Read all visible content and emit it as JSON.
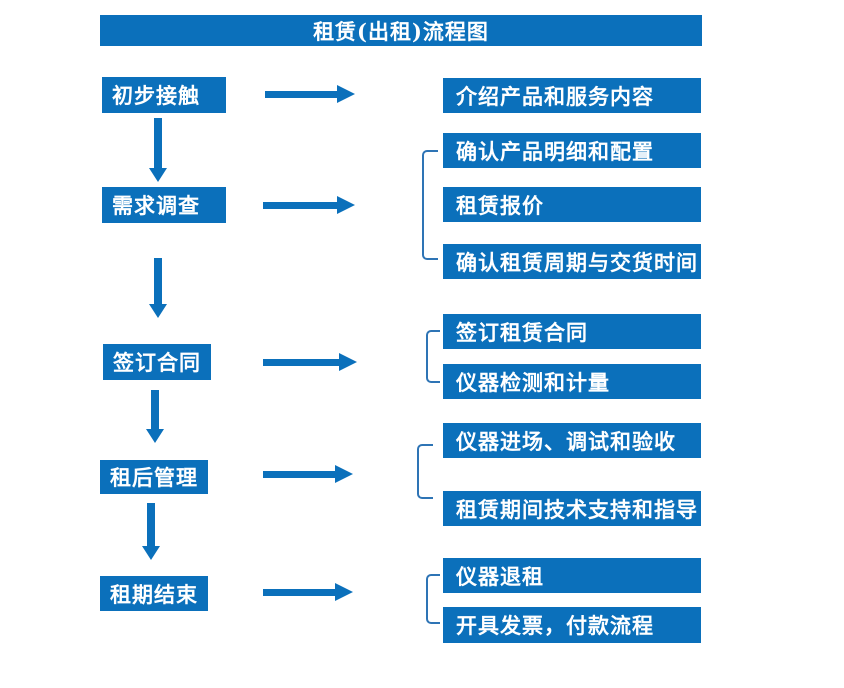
{
  "title": "租赁(出租)流程图",
  "colors": {
    "primary": "#0b70bb",
    "bracket": "#2e74b5",
    "text": "#ffffff",
    "background": "#ffffff"
  },
  "steps": [
    {
      "label": "初步接触",
      "details": [
        "介绍产品和服务内容"
      ]
    },
    {
      "label": "需求调查",
      "details": [
        "确认产品明细和配置",
        "租赁报价",
        "确认租赁周期与交货时间"
      ]
    },
    {
      "label": "签订合同",
      "details": [
        "签订租赁合同",
        "仪器检测和计量"
      ]
    },
    {
      "label": "租后管理",
      "details": [
        "仪器进场、调试和验收",
        "租赁期间技术支持和指导"
      ]
    },
    {
      "label": "租期结束",
      "details": [
        "仪器退租",
        "开具发票，付款流程"
      ]
    }
  ]
}
